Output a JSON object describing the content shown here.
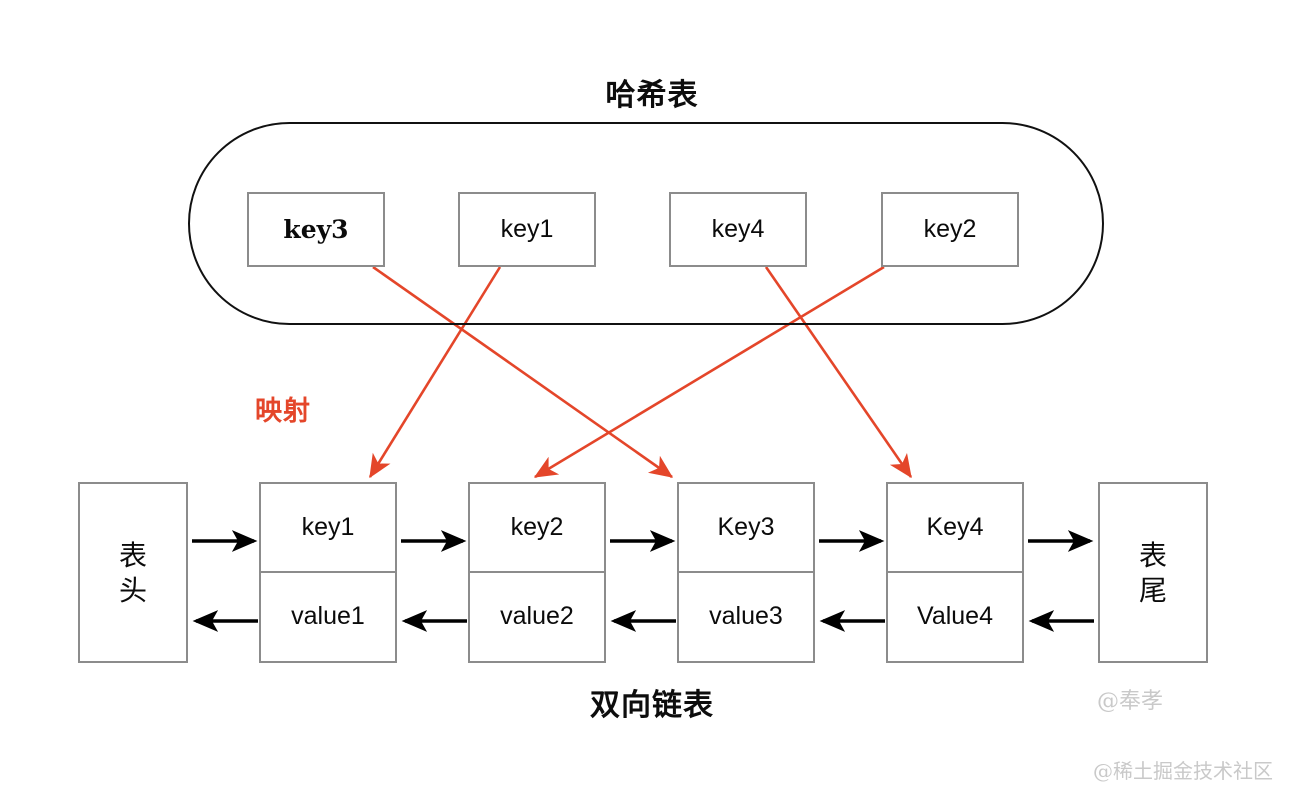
{
  "diagram": {
    "hash_table_title": "哈希表",
    "linked_list_title": "双向链表",
    "mapping_label": "映射",
    "accent_color": "#e4462a",
    "box_border_color": "#8c8c8c",
    "pill_border_color": "#111111",
    "watermark_color": "#c9c9c9"
  },
  "hash_table": {
    "keys": [
      {
        "label": "key3",
        "style": "serif"
      },
      {
        "label": "key1",
        "style": "sans"
      },
      {
        "label": "key4",
        "style": "sans"
      },
      {
        "label": "key2",
        "style": "sans"
      }
    ]
  },
  "linked_list": {
    "head_label_line1": "表",
    "head_label_line2": "头",
    "tail_label_line1": "表",
    "tail_label_line2": "尾",
    "nodes": [
      {
        "key": "key1",
        "value": "value1"
      },
      {
        "key": "key2",
        "value": "value2"
      },
      {
        "key": "Key3",
        "value": "value3"
      },
      {
        "key": "Key4",
        "value": "Value4"
      }
    ]
  },
  "mapping_arrows": [
    {
      "from": "key3",
      "to": "Key3"
    },
    {
      "from": "key1",
      "to": "key1"
    },
    {
      "from": "key4",
      "to": "Key4"
    },
    {
      "from": "key2",
      "to": "key2"
    }
  ],
  "watermarks": {
    "author": "@奉孝",
    "site": "@稀土掘金技术社区"
  }
}
